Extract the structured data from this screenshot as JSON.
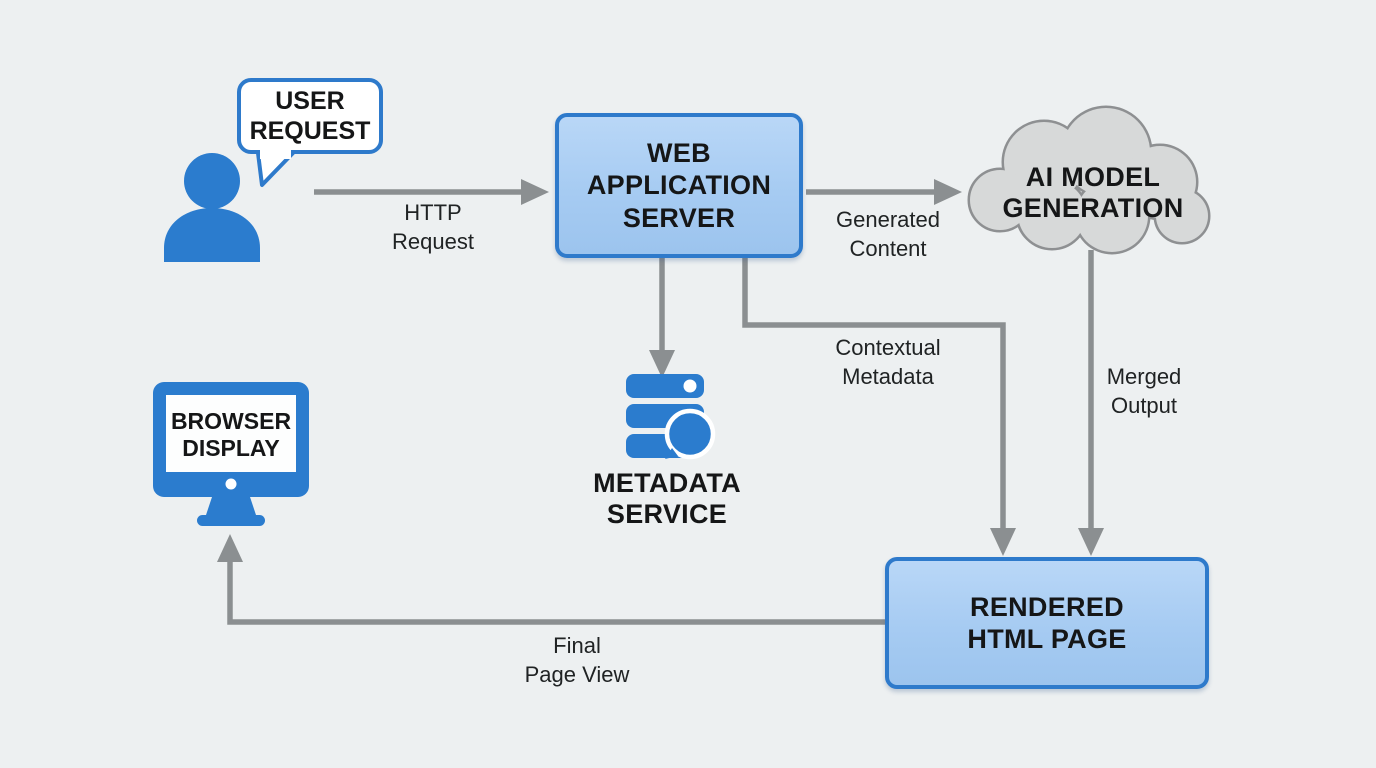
{
  "colors": {
    "background": "#edf0f1",
    "box_fill": "#a6cbf2",
    "box_fill_light": "#b9d7f7",
    "box_border": "#2e7acb",
    "icon_blue": "#2b7cce",
    "arrow_gray": "#8b8f91",
    "cloud_fill": "#d7d9d9",
    "cloud_border": "#8e9092",
    "text": "#151617",
    "bubble_border": "#2e7acb",
    "label_text": "#202324"
  },
  "nodes": {
    "user": {
      "bubble_label": "USER\nREQUEST"
    },
    "web_app_server": {
      "label": "WEB\nAPPLICATION\nSERVER"
    },
    "ai_model": {
      "label": "AI MODEL\nGENERATION"
    },
    "metadata_service": {
      "label": "METADATA\nSERVICE"
    },
    "rendered_html": {
      "label": "RENDERED\nHTML PAGE"
    },
    "browser": {
      "label": "BROWSER\nDISPLAY"
    }
  },
  "edges": {
    "http_request": {
      "label": "HTTP\nRequest"
    },
    "generated_content": {
      "label": "Generated\nContent"
    },
    "contextual_metadata": {
      "label": "Contextual\nMetadata"
    },
    "merged_output": {
      "label": "Merged\nOutput"
    },
    "final_page_view": {
      "label": "Final\nPage View"
    }
  }
}
